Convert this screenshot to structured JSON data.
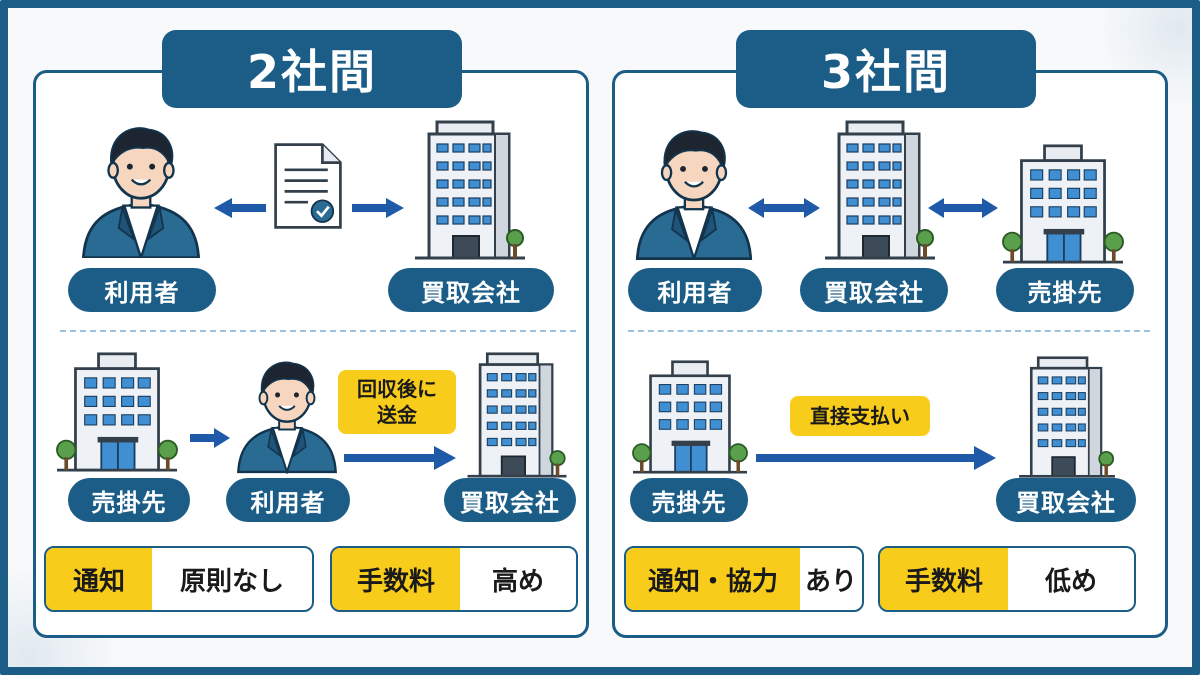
{
  "colors": {
    "primary": "#1b5d86",
    "accent": "#f8cc1b",
    "arrow": "#1e5aa8"
  },
  "left": {
    "title": "2社間",
    "top": {
      "user_label": "利用者",
      "buyer_label": "買取会社",
      "icons": [
        "person-icon",
        "document-check-icon",
        "building-icon"
      ]
    },
    "bottom": {
      "debtor_label": "売掛先",
      "user_label": "利用者",
      "buyer_label": "買取会社",
      "note_line1": "回収後に",
      "note_line2": "送金"
    },
    "badges": [
      {
        "key": "通知",
        "value": "原則なし"
      },
      {
        "key": "手数料",
        "value": "高め"
      }
    ]
  },
  "right": {
    "title": "3社間",
    "top": {
      "user_label": "利用者",
      "buyer_label": "買取会社",
      "debtor_label": "売掛先"
    },
    "bottom": {
      "debtor_label": "売掛先",
      "buyer_label": "買取会社",
      "note": "直接支払い"
    },
    "badges": [
      {
        "key": "通知・協力",
        "value": "あり"
      },
      {
        "key": "手数料",
        "value": "低め"
      }
    ]
  }
}
